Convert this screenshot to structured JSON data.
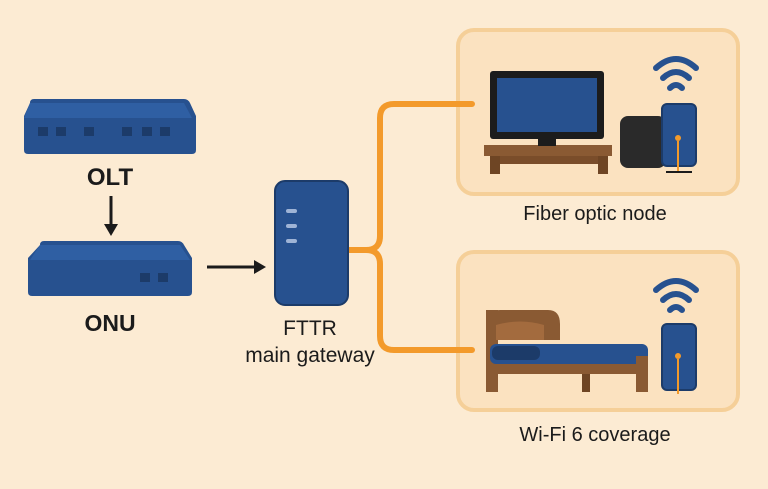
{
  "labels": {
    "olt": "OLT",
    "onu": "ONU",
    "gateway_line1": "FTTR",
    "gateway_line2": "main gateway",
    "room1_caption": "Fiber optic node",
    "room2_caption": "Wi-Fi 6 coverage"
  },
  "colors": {
    "background": "#fcebd3",
    "device_blue": "#27518f",
    "device_dark": "#1c3b69",
    "fiber_orange": "#f39a2b",
    "room_fill": "#fbe2c0",
    "room_border": "#f5cf98",
    "wood": "#8a5a33",
    "text": "#1b1b1b"
  },
  "icons": [
    "olt-device-icon",
    "onu-device-icon",
    "fttr-gateway-icon",
    "tv-icon",
    "tv-stand-icon",
    "speaker-icon",
    "wifi-icon",
    "fiber-node-icon",
    "bed-icon"
  ]
}
